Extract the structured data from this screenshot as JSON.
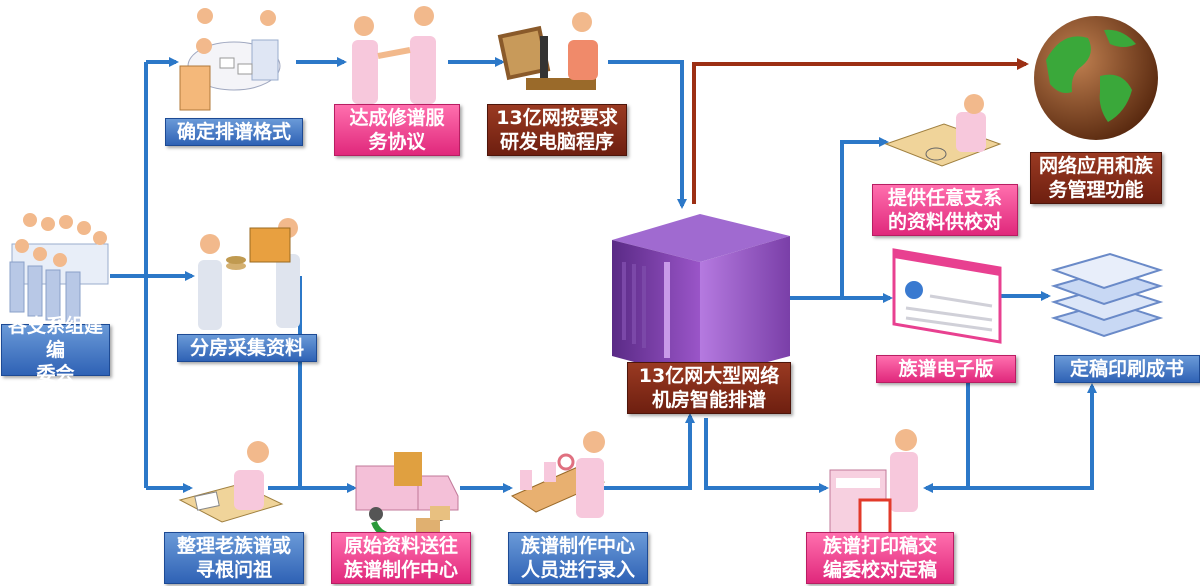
{
  "nodes": {
    "committee": "各支系组建编委会",
    "format": "确定排谱格式",
    "agreement": "达成修谱服务协议",
    "develop": "13亿网按要求研发电脑程序",
    "collect": "分房采集资料",
    "organize": "整理老族谱或寻根问祖",
    "send": "原始资料送往族谱制作中心",
    "entry": "族谱制作中心人员进行录入",
    "server": "13亿网大型网络机房智能排谱",
    "network": "网络应用和族务管理功能",
    "proof_any": "提供任意支系的资料供校对",
    "ebook": "族谱电子版",
    "print_final": "定稿印刷成书",
    "print_draft": "族谱打印稿交编委校对定稿"
  },
  "label_lines": {
    "committee": [
      "各支系组建编",
      "委会"
    ],
    "format": [
      "确定排谱格式"
    ],
    "agreement": [
      "达成修谱服",
      "务协议"
    ],
    "develop": [
      "13亿网按要求",
      "研发电脑程序"
    ],
    "collect": [
      "分房采集资料"
    ],
    "organize": [
      "整理老族谱或",
      "寻根问祖"
    ],
    "send": [
      "原始资料送往",
      "族谱制作中心"
    ],
    "entry": [
      "族谱制作中心",
      "人员进行录入"
    ],
    "server": [
      "13亿网大型网络",
      "机房智能排谱"
    ],
    "network": [
      "网络应用和族",
      "务管理功能"
    ],
    "proof_any": [
      "提供任意支系",
      "的资料供校对"
    ],
    "ebook": [
      "族谱电子版"
    ],
    "print_final": [
      "定稿印刷成书"
    ],
    "print_draft": [
      "族谱打印稿交",
      "编委校对定稿"
    ]
  },
  "colors": {
    "blue_label": "#2f62b5",
    "pink_label": "#e0287c",
    "brown_label": "#6e1f10",
    "flow_arrow": "#2c78c8",
    "brown_arrow": "#9c2f14",
    "server": "#7a3fa8"
  },
  "icons": {
    "committee": "meeting-table-icon",
    "format": "round-table-meeting-icon",
    "agreement": "handshake-icon",
    "develop": "researcher-microscope-icon",
    "collect": "handing-box-icon",
    "organize": "person-writing-icon",
    "send": "delivery-truck-icon",
    "entry": "assembly-line-icon",
    "server": "server-tower-icon",
    "network": "globe-icon",
    "proof_any": "person-at-desk-icon",
    "ebook": "browser-window-icon",
    "print_final": "paper-stack-icon",
    "print_draft": "printer-worker-icon"
  }
}
